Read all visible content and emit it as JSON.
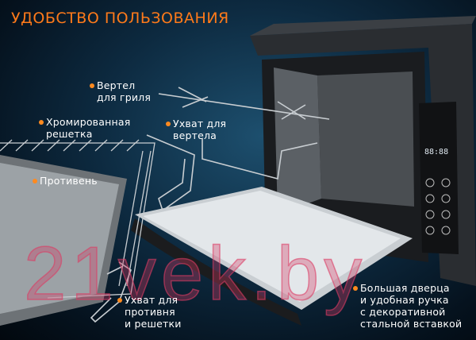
{
  "title": "УДОБСТВО ПОЛЬЗОВАНИЯ",
  "labels": {
    "spit": [
      "Вертел",
      "для гриля"
    ],
    "rack": [
      "Хромированная",
      "решетка"
    ],
    "spit_handle": [
      "Ухват для",
      "вертела"
    ],
    "tray": [
      "Противень"
    ],
    "tray_handle": [
      "Ухват для",
      "противня",
      "и решетки"
    ],
    "door": [
      "Большая дверца",
      "и удобная ручка",
      "с декоративной",
      "стальной вставкой"
    ]
  },
  "panel_display": "88:88",
  "watermark": "21vek.by",
  "colors": {
    "accent": "#ff7a1a"
  }
}
